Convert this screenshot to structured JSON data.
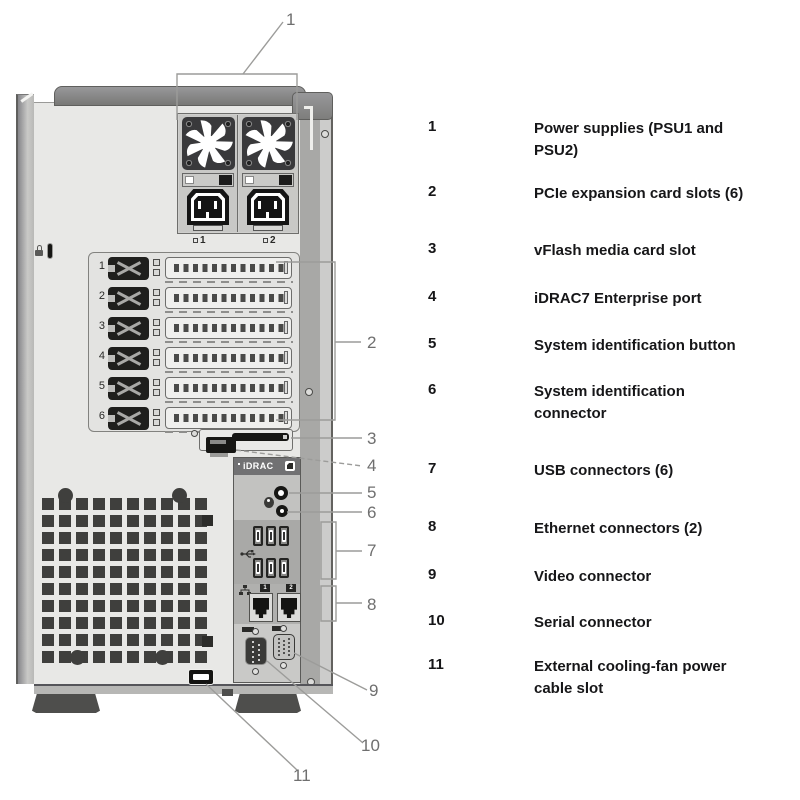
{
  "title": "Server back panel diagram",
  "colors": {
    "chassis_body": "#e8e8e6",
    "chassis_trim": "#8c8c8a",
    "dark_part": "#141412",
    "callout_text": "#6f6f6f",
    "leader_line": "#9c9c9a",
    "legend_text": "#161618",
    "idrac_banner": "#717173"
  },
  "legend": {
    "items": [
      {
        "num": "1",
        "lines": [
          "Power supplies (PSU1 and",
          "PSU2)"
        ]
      },
      {
        "num": "2",
        "lines": [
          "PCIe expansion card slots (6)"
        ]
      },
      {
        "num": "3",
        "lines": [
          "vFlash media card slot"
        ]
      },
      {
        "num": "4",
        "lines": [
          "iDRAC7 Enterprise port"
        ]
      },
      {
        "num": "5",
        "lines": [
          "System identification button"
        ]
      },
      {
        "num": "6",
        "lines": [
          "System identification",
          "connector"
        ]
      },
      {
        "num": "7",
        "lines": [
          "USB connectors (6)"
        ]
      },
      {
        "num": "8",
        "lines": [
          "Ethernet connectors (2)"
        ]
      },
      {
        "num": "9",
        "lines": [
          "Video connector"
        ]
      },
      {
        "num": "10",
        "lines": [
          "Serial connector"
        ]
      },
      {
        "num": "11",
        "lines": [
          "External cooling-fan power",
          "cable slot"
        ]
      }
    ]
  },
  "diagram": {
    "callouts": [
      "1",
      "2",
      "3",
      "4",
      "5",
      "6",
      "7",
      "8",
      "9",
      "10",
      "11"
    ],
    "psu_labels": [
      "1",
      "2"
    ],
    "pcie_slot_numbers": [
      "1",
      "2",
      "3",
      "4",
      "5",
      "6"
    ],
    "idrac_label": "iDRAC",
    "ethernet_port_labels": [
      "1",
      "2"
    ],
    "icons": {
      "fan": "fan-icon",
      "padlock": "padlock-icon",
      "usb": "usb-icon",
      "network": "network-icon",
      "system_id": "system-id-icon",
      "sd_card": "sd-card-icon",
      "screw": "screw-icon"
    }
  }
}
